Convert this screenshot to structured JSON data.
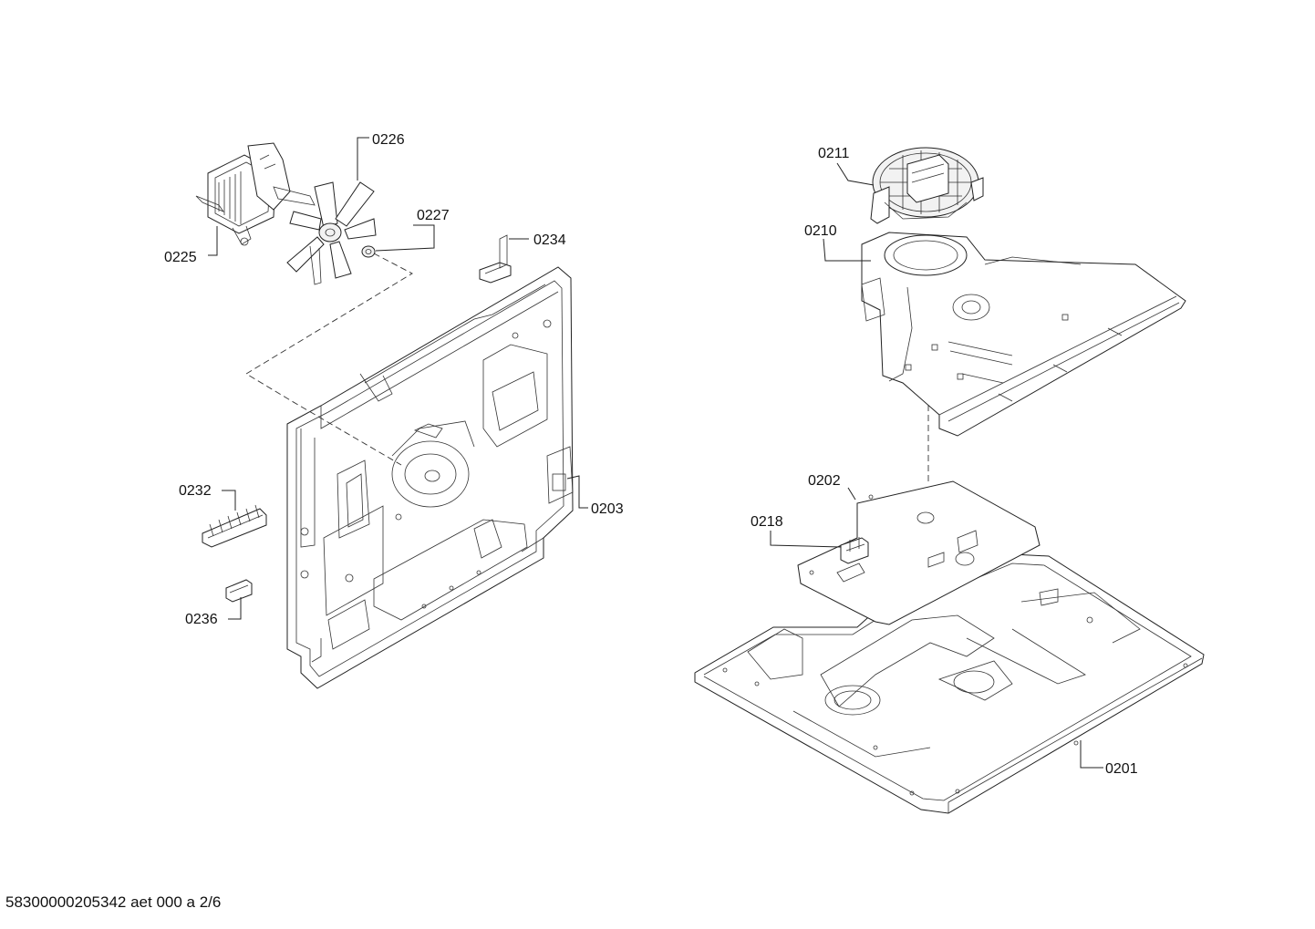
{
  "labels": {
    "p0225": "0225",
    "p0226": "0226",
    "p0227": "0227",
    "p0234": "0234",
    "p0232": "0232",
    "p0203": "0203",
    "p0236": "0236",
    "p0211": "0211",
    "p0210": "0210",
    "p0202": "0202",
    "p0218": "0218",
    "p0201": "0201"
  },
  "footer": {
    "doc_id": "58300000205342 aet 000 a 2/6"
  }
}
